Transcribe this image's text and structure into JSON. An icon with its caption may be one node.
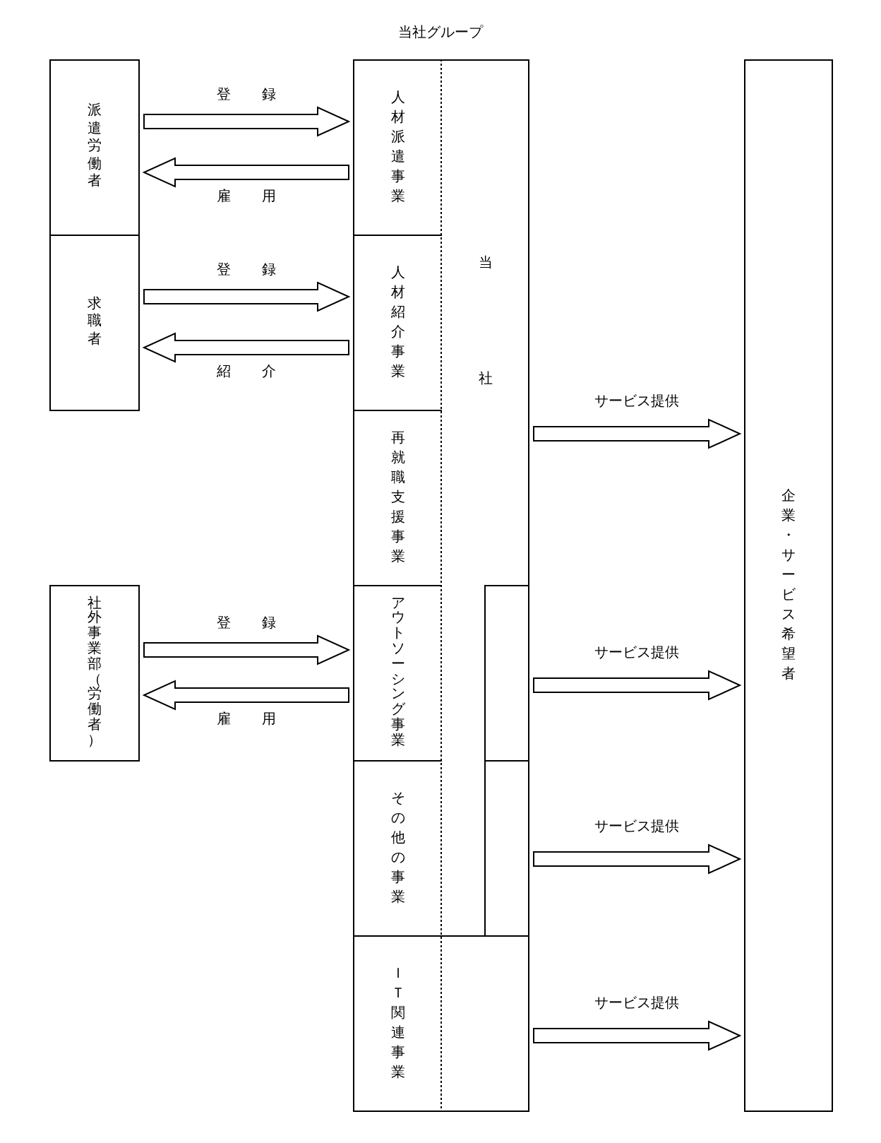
{
  "diagram": {
    "title": "当社グループ",
    "nodes": [
      {
        "text": [
          "派遣労働者"
        ]
      },
      {
        "text": [
          "求職者"
        ]
      },
      {
        "text": [
          "社外事業部（労働者）"
        ]
      },
      {
        "text": [
          "人材派遣事業"
        ]
      },
      {
        "text": [
          "人材紹介事業"
        ]
      },
      {
        "text": [
          "再就職支援事業"
        ]
      },
      {
        "text": [
          "アウトソーシング事業"
        ]
      },
      {
        "text": [
          "その他の事業"
        ]
      },
      {
        "text": [
          "ＩＴ関連事業"
        ]
      },
      {
        "text": [
          "当社"
        ]
      },
      {
        "text": [],
        "shape": "box"
      },
      {
        "text": [],
        "shape": "box"
      },
      {
        "text": [],
        "shape": "box"
      },
      {
        "text": [
          "企業・サービス希望者"
        ]
      }
    ],
    "edges": [
      {
        "from": 0,
        "to": 3,
        "arrow": "to",
        "label": "登録"
      },
      {
        "from": 3,
        "to": 0,
        "arrow": "to",
        "label": "雇用"
      },
      {
        "from": 1,
        "to": 4,
        "arrow": "to",
        "label": "登録"
      },
      {
        "from": 4,
        "to": 1,
        "arrow": "to",
        "label": "紹介"
      },
      {
        "from": 2,
        "to": 6,
        "arrow": "to",
        "label": "登録"
      },
      {
        "from": 6,
        "to": 2,
        "arrow": "to",
        "label": "雇用"
      },
      {
        "from": 9,
        "to": 13,
        "arrow": "to",
        "label": "サービス提供"
      },
      {
        "from": 10,
        "to": 13,
        "arrow": "to",
        "label": "サービス提供"
      },
      {
        "from": 11,
        "to": 13,
        "arrow": "to",
        "label": "サービス提供"
      },
      {
        "from": 12,
        "to": 13,
        "arrow": "to",
        "label": "サービス提供"
      }
    ]
  }
}
